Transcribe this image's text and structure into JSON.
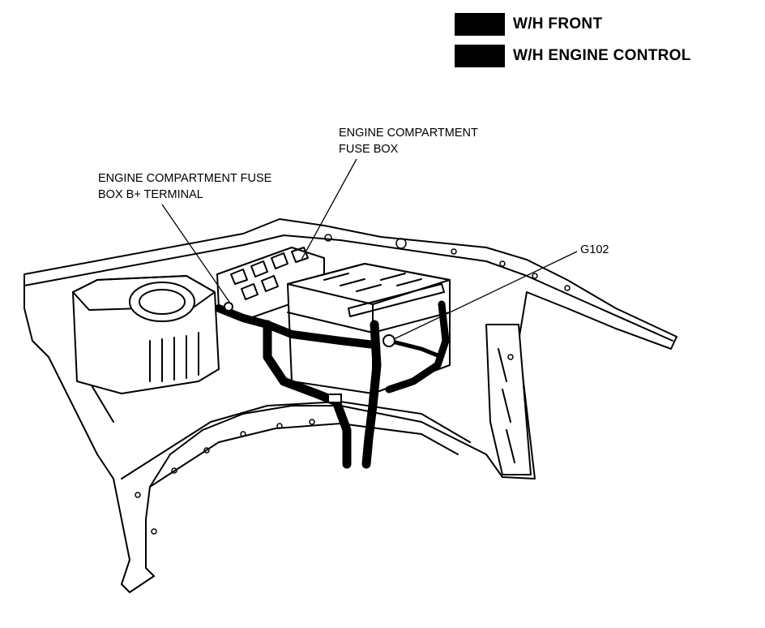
{
  "legend": {
    "items": [
      {
        "label": "W/H FRONT",
        "color": "#000000"
      },
      {
        "label": "W/H ENGINE CONTROL",
        "color": "#000000"
      }
    ]
  },
  "callouts": {
    "fuse_box": {
      "line1": "ENGINE COMPARTMENT",
      "line2": "FUSE BOX"
    },
    "b_plus_terminal": {
      "line1": "ENGINE COMPARTMENT FUSE",
      "line2": "BOX B+ TERMINAL"
    },
    "ground": {
      "line1": "G102"
    }
  },
  "colors": {
    "ink": "#000000",
    "paper": "#ffffff",
    "fill": "#f2f2f2"
  }
}
